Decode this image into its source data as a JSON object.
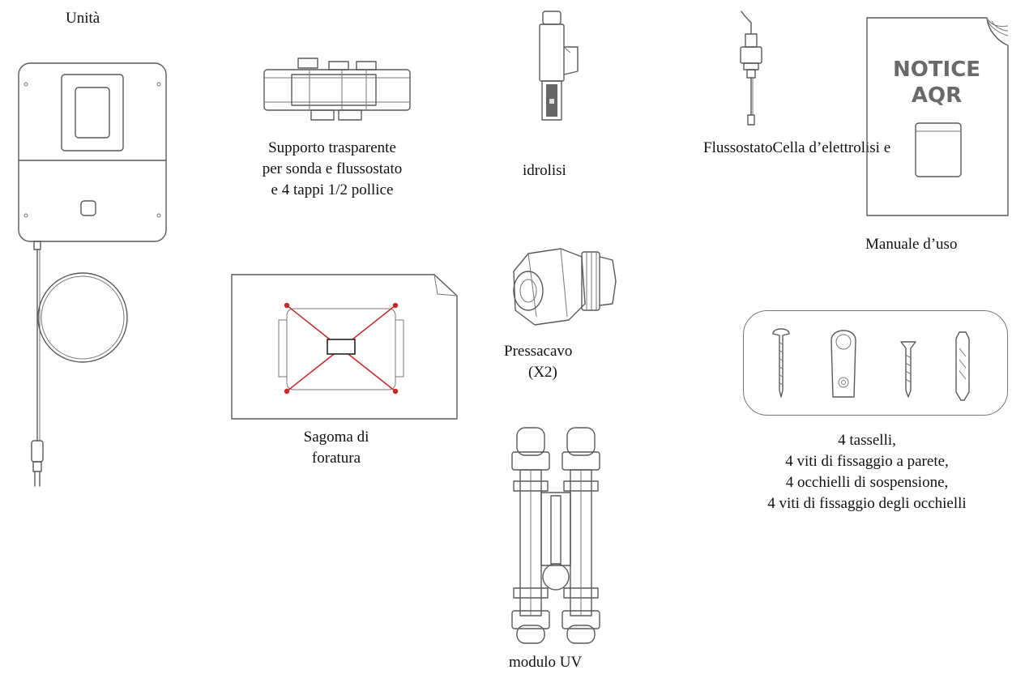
{
  "items": {
    "unit": {
      "label": "Unità"
    },
    "support": {
      "lines": [
        "Supporto trasparente",
        "per sonda e flussostato",
        "e 4 tappi 1/2 pollice"
      ]
    },
    "cell": {
      "label": "idrolisi"
    },
    "flow": {
      "label": "FlussostatoCella d’elettrolisi e"
    },
    "manual": {
      "label": "Manuale d’uso",
      "cover": [
        "NOTICE",
        "AQR"
      ]
    },
    "template": {
      "lines": [
        "Sagoma di",
        "foratura"
      ]
    },
    "gland": {
      "lines": [
        "Pressacavo",
        "(X2)"
      ]
    },
    "uv": {
      "label": "modulo UV"
    },
    "hardware": {
      "lines": [
        "4 tasselli,",
        "4 viti di fissaggio a parete,",
        "4 occhielli di sospensione,",
        "4 viti di fissaggio degli occhielli"
      ]
    }
  },
  "colors": {
    "line": "#5a5a5a",
    "accent": "#c62828"
  }
}
